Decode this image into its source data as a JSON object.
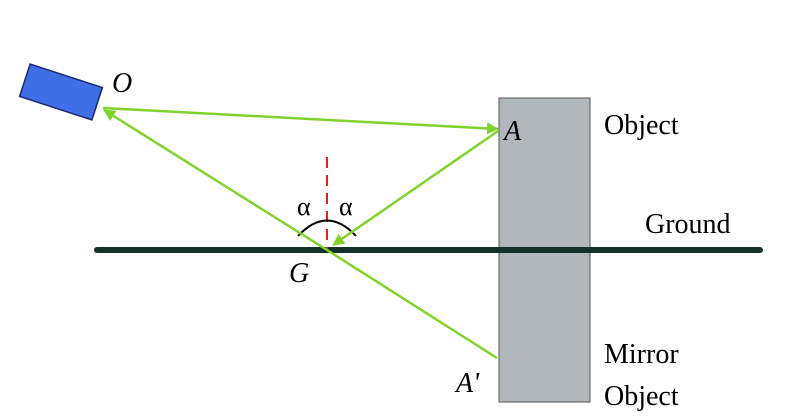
{
  "labels": {
    "camera_point": "O",
    "object_point": "A",
    "ground_point": "G",
    "mirror_point": "A'",
    "angle_left": "α",
    "angle_right": "α",
    "object": "Object",
    "ground": "Ground",
    "mirror_line1": "Mirror",
    "mirror_line2": "Object"
  },
  "colors": {
    "ray": "#7fd32a",
    "ground": "#15322a",
    "object_fill": "#b0b8bc",
    "object_stroke": "#555555",
    "camera_fill": "#3f6fe6",
    "camera_stroke": "#1a2a6a",
    "normal": "#e02020"
  }
}
